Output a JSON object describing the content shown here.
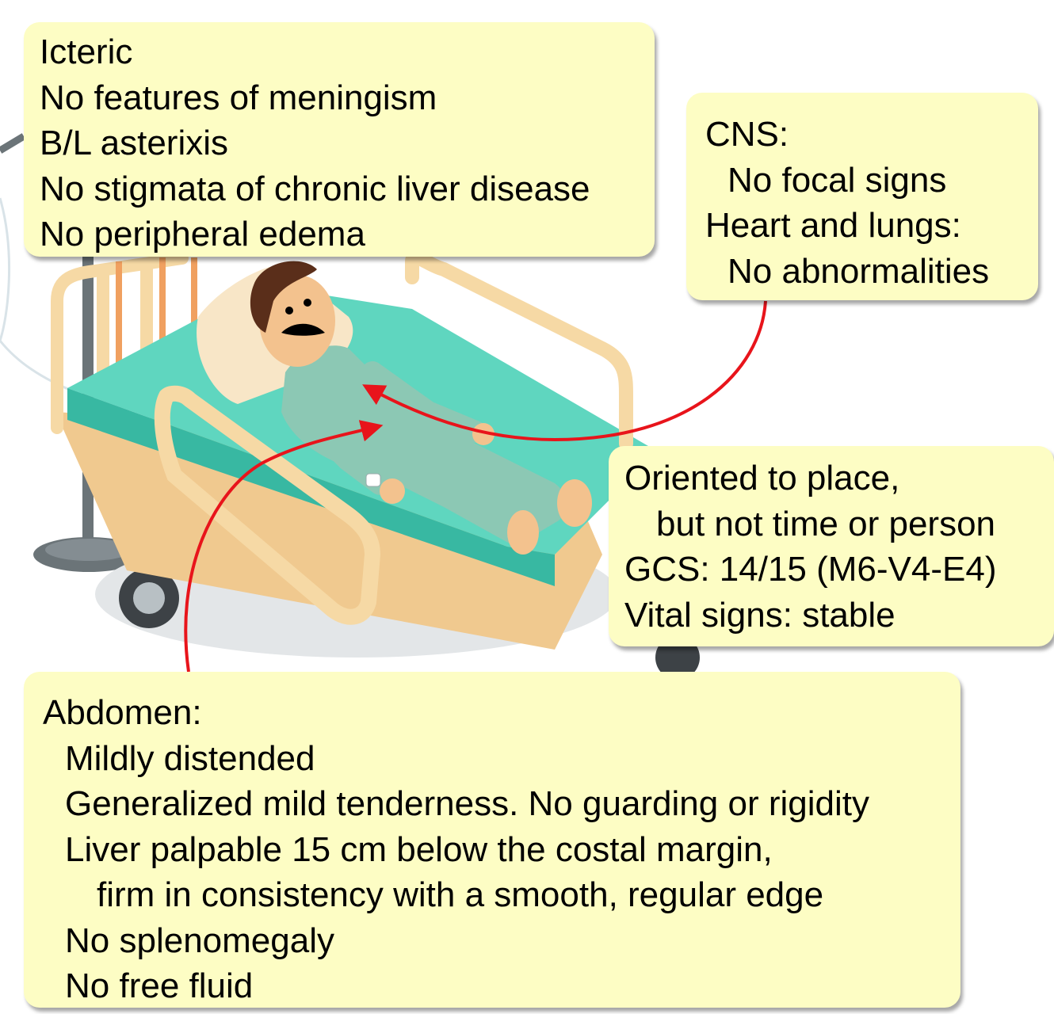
{
  "general_exam": {
    "lines": [
      "Icteric",
      "No features of meningism",
      "B/L asterixis",
      "No stigmata of chronic liver disease",
      "No peripheral edema"
    ]
  },
  "systems_exam": {
    "cns_heading": "CNS:",
    "cns_finding": "No focal signs",
    "heart_lungs_heading": "Heart and lungs:",
    "heart_lungs_finding": "No abnormalities"
  },
  "mental_status": {
    "orientation_line1": "Oriented to place,",
    "orientation_line2": "but not time or person",
    "gcs": "GCS: 14/15 (M6-V4-E4)",
    "vitals": "Vital signs: stable"
  },
  "abdomen_exam": {
    "heading": "Abdomen:",
    "distension": "Mildly distended",
    "tenderness": "Generalized mild tenderness. No guarding or rigidity",
    "liver_line1": "Liver palpable 15 cm below the costal margin,",
    "liver_line2": "firm in consistency with a smooth, regular edge",
    "spleen": "No splenomegaly",
    "fluid": "No free fluid"
  },
  "colors": {
    "note_background": "#fdfdc4",
    "arrow": "#e8141b",
    "sheet": "#5fd6bf",
    "bed_frame": "#f6d9a5",
    "gown": "#8cc8b4"
  },
  "icons": {
    "illustration": "patient-in-hospital-bed",
    "iv_stand": "iv-drip-stand"
  }
}
